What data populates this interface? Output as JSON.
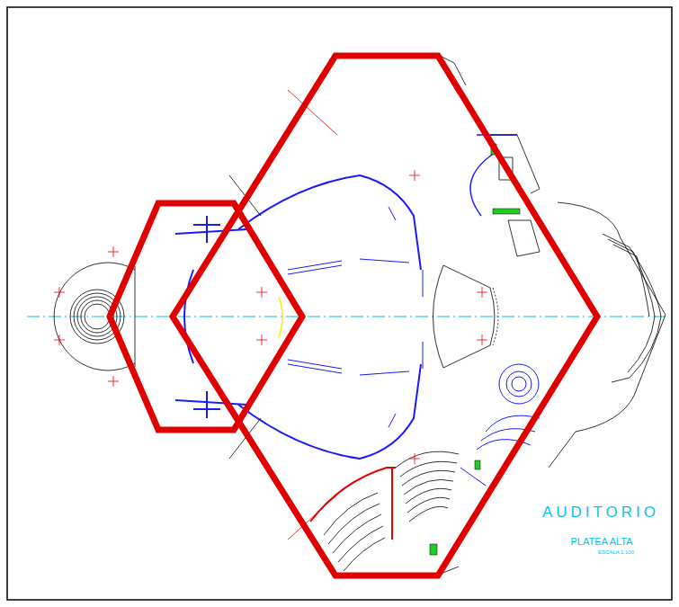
{
  "diagram": {
    "title": "AUDITORIO",
    "labels": [
      "PLATEA ALTA",
      "ESCALA 1:100"
    ]
  }
}
